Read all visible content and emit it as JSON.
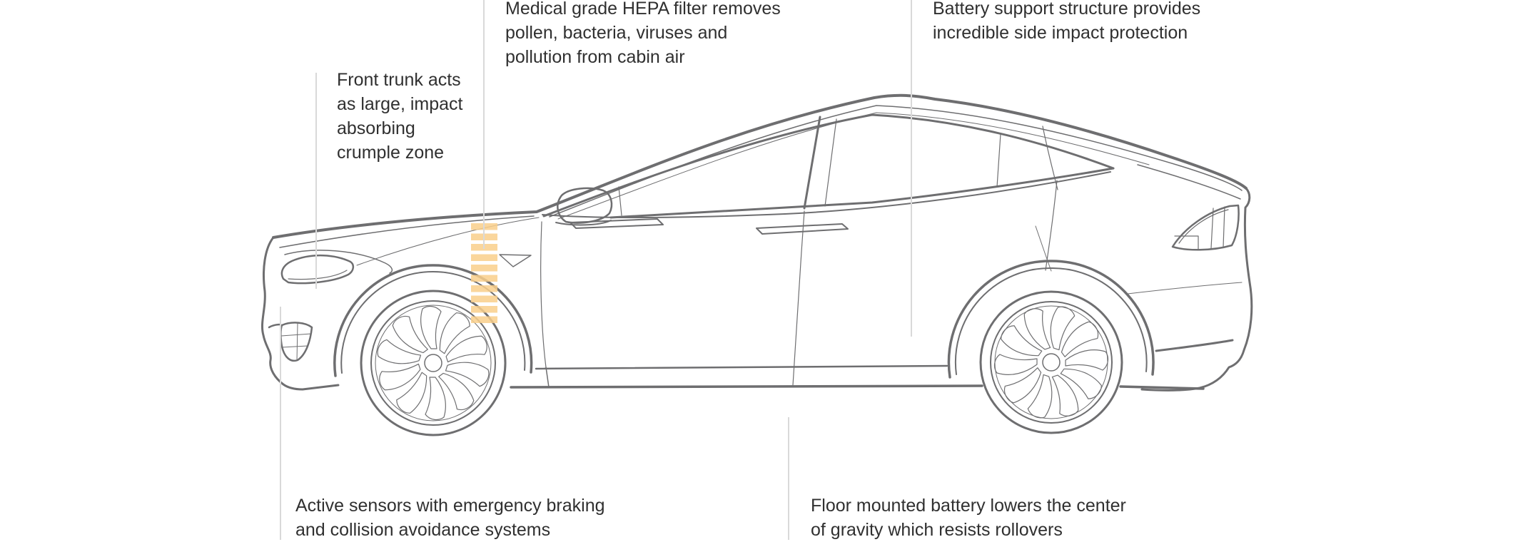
{
  "diagram": {
    "subject": "vehicle-safety-features-side-view",
    "colors": {
      "background": "#ffffff",
      "outline": "#6e6e70",
      "callout_line": "#d9d9d9",
      "text": "#303030",
      "accent": "#f9cf8b"
    },
    "callouts": [
      {
        "id": "hepa-filter",
        "lines": [
          "Medical grade HEPA filter removes",
          "pollen, bacteria, viruses and",
          "pollution from cabin air"
        ]
      },
      {
        "id": "battery-support",
        "lines": [
          "Battery support structure provides",
          "incredible side impact protection"
        ]
      },
      {
        "id": "front-trunk",
        "lines": [
          "Front trunk acts",
          "as large, impact",
          "absorbing",
          "crumple zone"
        ]
      },
      {
        "id": "active-sensors",
        "lines": [
          "Active sensors with emergency braking",
          "and collision avoidance systems"
        ]
      },
      {
        "id": "floor-battery",
        "lines": [
          "Floor mounted battery lowers the center",
          "of gravity which resists rollovers"
        ]
      }
    ],
    "car": {
      "illustration": "suv-side-outline-facing-left",
      "highlight": "hepa-filter-striped-zone-on-front-fender"
    }
  }
}
